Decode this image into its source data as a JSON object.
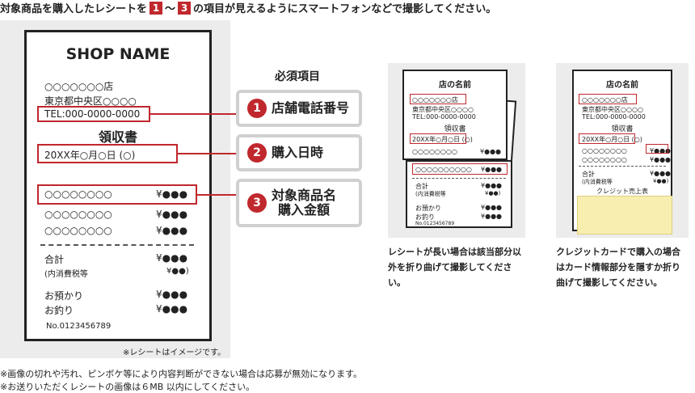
{
  "header": {
    "pre": "対象商品を購入したレシートを",
    "n1": "1",
    "tilde": "〜",
    "n3": "3",
    "post": "の項目が見えるようにスマートフォンなどで撮影してください。"
  },
  "receipt": {
    "shop": "SHOP NAME",
    "store": "○○○○○○○店",
    "address": "東京都中央区○○○○",
    "tel": "TEL:000-0000-0000",
    "title": "領収書",
    "date": "20XX年○月○日 (○)",
    "item": "○○○○○○○○",
    "price": "¥●●●",
    "subtotal": "合計",
    "tax": "(内消費税等",
    "tax_price": "¥●●)",
    "deposit": "お預かり",
    "change": "お釣り",
    "number": "No.0123456789",
    "image_note": "※レシートはイメージです。"
  },
  "required": {
    "title": "必須項目",
    "items": [
      {
        "num": "1",
        "label1": "店舗電話番号",
        "label2": ""
      },
      {
        "num": "2",
        "label1": "購入日時",
        "label2": ""
      },
      {
        "num": "3",
        "label1": "対象商品名",
        "label2": "購入金額"
      }
    ]
  },
  "small1": {
    "title": "店の名前",
    "store": "○○○○○○○店",
    "address": "東京都中央区○○○○",
    "tel": "TEL:000-0000-0000",
    "rtitle": "領収書",
    "date": "20XX年○月○日 (○)",
    "item": "○○○○○○○○",
    "price": "¥●●●",
    "hl_item": "○○○○○○○○○○",
    "subtotal": "合計",
    "tax": "(内消費税等",
    "tax_price": "¥●●)",
    "deposit": "お預かり",
    "change": "お釣り",
    "number": "No.0123456789",
    "caption": "レシートが長い場合は該当部分以外を折り曲げて撮影してください。"
  },
  "small2": {
    "title": "店の名前",
    "store": "○○○○○○○店",
    "address": "東京都中央区○○○○",
    "tel": "TEL:000-0000-0000",
    "rtitle": "領収書",
    "date": "20XX年○月○日 (○)",
    "item": "○○○○○○○○",
    "price": "¥●●●",
    "subtotal": "合計",
    "tax": "(内消費税等",
    "tax_price": "¥●●)",
    "credit": "クレジット売上表",
    "caption": "クレジットカードで購入の場合はカード情報部分を隠すか折り曲げて撮影してください。"
  },
  "footer": {
    "note1": "※画像の切れや汚れ、ピンボケ等により内容判断ができない場合は応募が無効になります。",
    "note2": "※お送りいただくレシートの画像は６MB 以内にしてください。"
  },
  "colors": {
    "accent": "#c0282d",
    "panel": "#ececec",
    "sticky": "#f8eeb0"
  }
}
